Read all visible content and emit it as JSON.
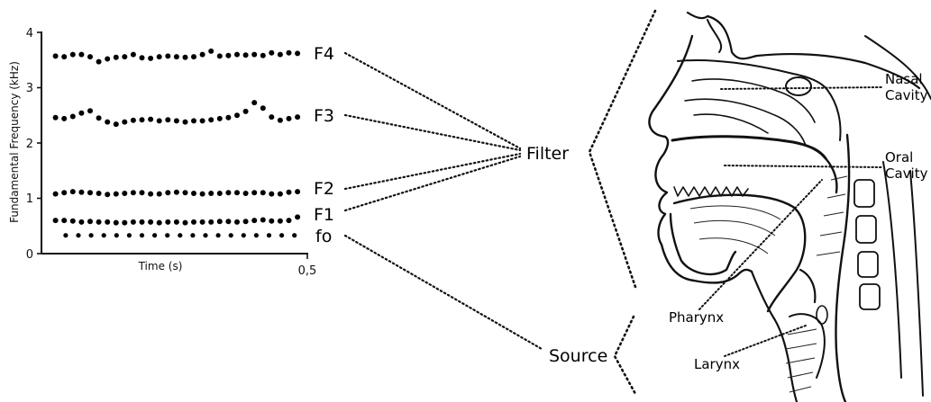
{
  "chart_data": {
    "type": "scatter",
    "ylabel": "Fundamental Frequency (kHz)",
    "xlabel": "Time (s)",
    "xlim": [
      0,
      0.5
    ],
    "ylim": [
      0,
      4
    ],
    "x_tick_labels": [
      "0,5"
    ],
    "y_tick_labels": [
      "0",
      "1",
      "2",
      "3",
      "4"
    ],
    "series": [
      {
        "name": "F4",
        "x": [
          0.01,
          0.027,
          0.044,
          0.061,
          0.078,
          0.095,
          0.112,
          0.129,
          0.146,
          0.163,
          0.18,
          0.197,
          0.214,
          0.231,
          0.248,
          0.265,
          0.282,
          0.299,
          0.316,
          0.333,
          0.35,
          0.367,
          0.384,
          0.401,
          0.418,
          0.435,
          0.452,
          0.469,
          0.486
        ],
        "y": [
          3.57,
          3.56,
          3.6,
          3.6,
          3.56,
          3.47,
          3.52,
          3.55,
          3.56,
          3.6,
          3.54,
          3.53,
          3.56,
          3.57,
          3.56,
          3.55,
          3.56,
          3.6,
          3.66,
          3.57,
          3.58,
          3.6,
          3.59,
          3.6,
          3.58,
          3.63,
          3.6,
          3.63,
          3.62
        ]
      },
      {
        "name": "F3",
        "x": [
          0.01,
          0.027,
          0.044,
          0.061,
          0.078,
          0.095,
          0.112,
          0.129,
          0.146,
          0.163,
          0.18,
          0.197,
          0.214,
          0.231,
          0.248,
          0.265,
          0.282,
          0.299,
          0.316,
          0.333,
          0.35,
          0.367,
          0.384,
          0.401,
          0.418,
          0.435,
          0.452,
          0.469,
          0.486
        ],
        "y": [
          2.46,
          2.44,
          2.48,
          2.54,
          2.58,
          2.45,
          2.38,
          2.34,
          2.38,
          2.41,
          2.42,
          2.43,
          2.4,
          2.42,
          2.4,
          2.38,
          2.4,
          2.4,
          2.42,
          2.44,
          2.46,
          2.5,
          2.57,
          2.73,
          2.63,
          2.47,
          2.41,
          2.44,
          2.47
        ]
      },
      {
        "name": "F2",
        "x": [
          0.01,
          0.027,
          0.044,
          0.061,
          0.078,
          0.095,
          0.112,
          0.129,
          0.146,
          0.163,
          0.18,
          0.197,
          0.214,
          0.231,
          0.248,
          0.265,
          0.282,
          0.299,
          0.316,
          0.333,
          0.35,
          0.367,
          0.384,
          0.401,
          0.418,
          0.435,
          0.452,
          0.469,
          0.486
        ],
        "y": [
          1.08,
          1.1,
          1.12,
          1.11,
          1.1,
          1.09,
          1.07,
          1.08,
          1.09,
          1.1,
          1.1,
          1.08,
          1.08,
          1.1,
          1.11,
          1.1,
          1.09,
          1.08,
          1.09,
          1.09,
          1.1,
          1.1,
          1.09,
          1.1,
          1.1,
          1.08,
          1.08,
          1.11,
          1.12
        ]
      },
      {
        "name": "F1",
        "x": [
          0.01,
          0.027,
          0.044,
          0.061,
          0.078,
          0.095,
          0.112,
          0.129,
          0.146,
          0.163,
          0.18,
          0.197,
          0.214,
          0.231,
          0.248,
          0.265,
          0.282,
          0.299,
          0.316,
          0.333,
          0.35,
          0.367,
          0.384,
          0.401,
          0.418,
          0.435,
          0.452,
          0.469,
          0.486
        ],
        "y": [
          0.6,
          0.6,
          0.59,
          0.57,
          0.58,
          0.57,
          0.57,
          0.56,
          0.56,
          0.57,
          0.57,
          0.57,
          0.56,
          0.57,
          0.57,
          0.56,
          0.57,
          0.57,
          0.57,
          0.58,
          0.58,
          0.57,
          0.58,
          0.6,
          0.61,
          0.59,
          0.59,
          0.6,
          0.66
        ]
      },
      {
        "name": "fo",
        "x": [
          0.03,
          0.055,
          0.08,
          0.105,
          0.13,
          0.155,
          0.18,
          0.205,
          0.23,
          0.255,
          0.28,
          0.305,
          0.33,
          0.355,
          0.38,
          0.405,
          0.43,
          0.455,
          0.48
        ],
        "y": [
          0.33,
          0.33,
          0.33,
          0.33,
          0.33,
          0.33,
          0.33,
          0.33,
          0.33,
          0.33,
          0.33,
          0.33,
          0.33,
          0.33,
          0.33,
          0.33,
          0.33,
          0.33,
          0.33
        ]
      }
    ]
  },
  "labels": {
    "filter": "Filter",
    "source": "Source",
    "nasal_line1": "Nasal",
    "nasal_line2": "Cavity",
    "oral_line1": "Oral",
    "oral_line2": "Cavity",
    "pharynx": "Pharynx",
    "larynx": "Larynx"
  }
}
